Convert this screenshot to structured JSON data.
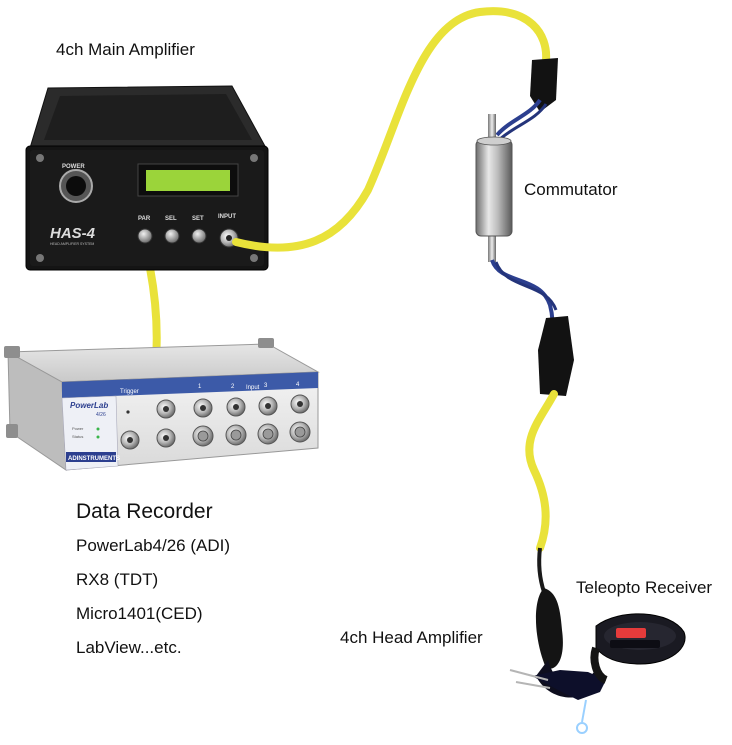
{
  "labels": {
    "main_amplifier": "4ch Main Amplifier",
    "commutator": "Commutator",
    "teleopto_receiver": "Teleopto Receiver",
    "head_amplifier": "4ch Head Amplifier",
    "data_recorder_title": "Data Recorder"
  },
  "data_recorder_items": [
    "PowerLab4/26 (ADI)",
    "RX8 (TDT)",
    "Micro1401(CED)",
    "LabView...etc."
  ],
  "amplifier_panel": {
    "power": "POWER",
    "par": "PAR",
    "sel": "SEL",
    "set": "SET",
    "input": "INPUT",
    "brand": "HAS-4",
    "brand_sub": "HEAD AMPLIFIER SYSTEM"
  },
  "powerlab_panel": {
    "brand": "PowerLab",
    "model": "4/26",
    "trigger": "Trigger",
    "input": "Input",
    "channels": [
      "1",
      "2",
      "3",
      "4"
    ],
    "power": "Power",
    "status": "Status",
    "maker": "ADINSTRUMENTS"
  },
  "colors": {
    "cable_yellow": "#e9e23a",
    "blue_wire": "#2c3f8f",
    "device_black": "#141414",
    "lcd_green": "#9bd43a"
  }
}
